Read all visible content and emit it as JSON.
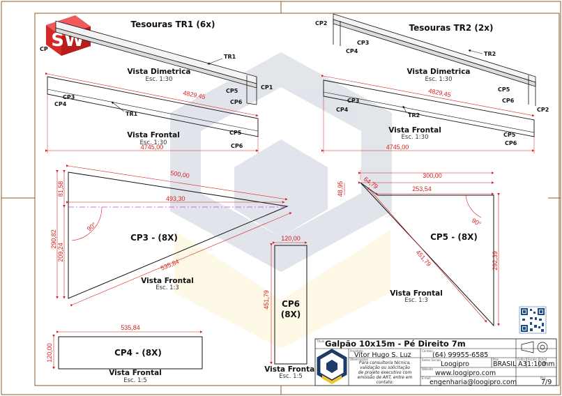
{
  "drawing": {
    "tr1": {
      "title": "Tesouras TR1 (6x)",
      "dimetric_label": "Vista Dimetrica",
      "dimetric_scale": "Esc. 1:30",
      "front_label": "Vista Frontal",
      "front_scale": "Esc. 1:30",
      "dim_length": "4829,45",
      "dim_span": "4745,00",
      "callouts": {
        "cp": "CP",
        "tr1": "TR1",
        "cp1": "CP1",
        "cp5": "CP5",
        "cp6": "CP6",
        "cp3": "CP3",
        "cp4": "CP4"
      }
    },
    "tr2": {
      "title": "Tesouras TR2 (2x)",
      "dimetric_label": "Vista Dimetrica",
      "dimetric_scale": "Esc. 1:30",
      "front_label": "Vista Frontal",
      "front_scale": "Esc. 1:30",
      "dim_length": "4829,45",
      "dim_span": "4745,00",
      "callouts": {
        "cp2": "CP2",
        "cp3": "CP3",
        "cp4": "CP4",
        "tr2": "TR2",
        "cp5": "CP5",
        "cp6": "CP6"
      }
    },
    "cp3": {
      "title": "CP3 - (8X)",
      "view_label": "Vista Frontal",
      "scale": "Esc. 1:3",
      "dims": {
        "top": "500,00",
        "inner": "493,30",
        "left_total": "290,82",
        "left_upper": "81,58",
        "left_lower": "209,24",
        "hyp": "535,84",
        "angle": "90°"
      }
    },
    "cp5": {
      "title": "CP5 - (8X)",
      "view_label": "Vista Frontal",
      "scale": "Esc. 1:3",
      "dims": {
        "top": "300,00",
        "inner": "253,54",
        "slant": "64,79",
        "left": "48,95",
        "right": "292,39",
        "hyp": "451,79",
        "angle": "90°"
      }
    },
    "cp6": {
      "title_line1": "CP6",
      "title_line2": "(8X)",
      "view_label": "Vista Frontal",
      "scale": "Esc. 1:5",
      "dims": {
        "width": "120,00",
        "height": "451,79"
      }
    },
    "cp4": {
      "title": "CP4 - (8X)",
      "view_label": "Vista Frontal",
      "scale": "Esc. 1:5",
      "dims": {
        "width": "535,84",
        "height": "120,00"
      }
    }
  },
  "logo_text": "SW",
  "title_block": {
    "project_title": "Galpão 10x15m - Pé Direito 7m",
    "small_labels": {
      "title": "Título",
      "project": "Projetista",
      "obs": "Observações",
      "contact": "Contato",
      "social": "Redes Sociais",
      "website": "Website",
      "email": "E-mail",
      "country": "País",
      "sheet": "Folha",
      "scale": "Escala",
      "units": "Unid.",
      "page": "Pág."
    },
    "designer": "Vitor Hugo S. Luz",
    "notes": "Para consultoria técnica, validação ou solicitação de projeto executivo com emissão de ART, entre em contato:",
    "phone": "(64) 99955-6585",
    "social": "Loogipro",
    "website": "www.loogipro.com",
    "email": "engenharia@loogipro.com",
    "country": "BRASIL",
    "sheet": "A3",
    "scale": "1:100",
    "units": "mm",
    "page": "7/9"
  }
}
